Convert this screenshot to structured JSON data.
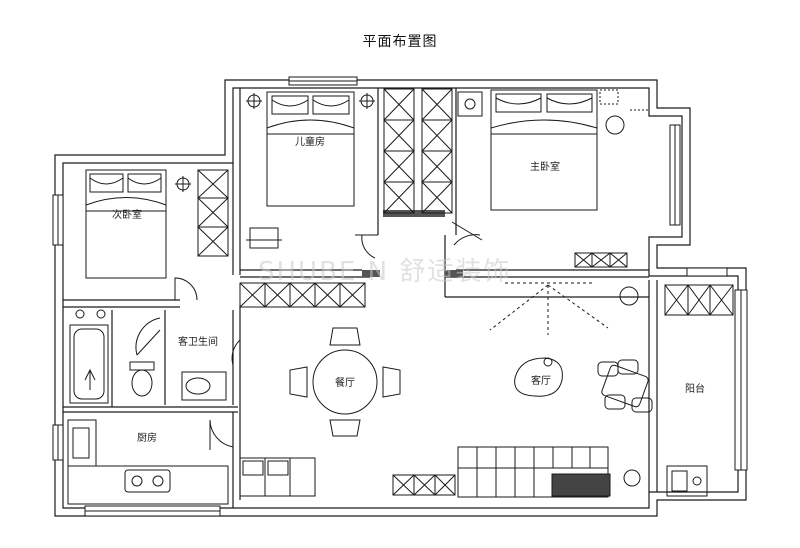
{
  "title": "平面布置图",
  "watermark": "SHUBE N 舒适装饰",
  "rooms": {
    "children_room": "儿童房",
    "master_bedroom": "主卧室",
    "second_bedroom": "次卧室",
    "guest_bathroom": "客卫生间",
    "dining": "餐厅",
    "living": "客厅",
    "balcony": "阳台",
    "kitchen": "厨房"
  }
}
